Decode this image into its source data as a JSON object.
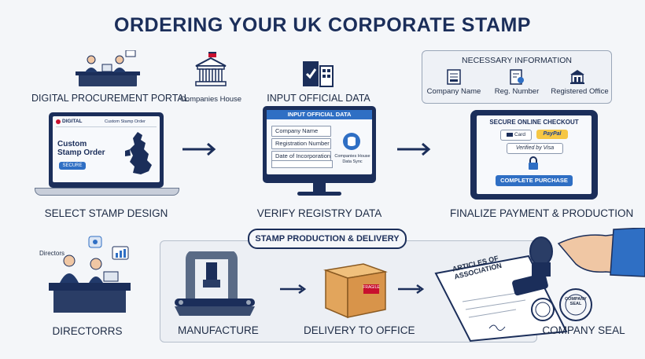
{
  "title": "ORDERING YOUR UK CORPORATE STAMP",
  "step1": {
    "top_label": "DIGITAL PROCUREMENT PORTAL",
    "registry_label": "Companies House",
    "screen": {
      "logo_text": "DIGITAL",
      "nav_text": "Custom Stamp Order",
      "heading": "Custom Stamp Order",
      "button": "SECURE"
    },
    "caption": "SELECT STAMP DESIGN"
  },
  "step2": {
    "top_label": "INPUT OFFICIAL DATA",
    "screen": {
      "header": "INPUT OFFICIAL DATA",
      "fields": [
        "Company Name",
        "Registration Number",
        "Date of Incorporation"
      ],
      "sync_label": "Companies House Data Sync"
    },
    "caption": "VERIFY REGISTRY DATA"
  },
  "step3": {
    "info": {
      "title": "NECESSARY INFORMATION",
      "items": [
        "Company Name",
        "Reg. Number",
        "Registered Office"
      ]
    },
    "screen": {
      "header": "SECURE ONLINE CHECKOUT",
      "card_label": "Card",
      "paypal_label": "PayPal",
      "visa_label": "Verified by Visa",
      "button": "COMPLETE PURCHASE"
    },
    "caption": "FINALIZE PAYMENT & PRODUCTION"
  },
  "bottom": {
    "pill": "STAMP PRODUCTION & DELIVERY",
    "directors_tag": "Directors",
    "directors_caption": "DIRECTORRS",
    "manufacture": "MANUFACTURE",
    "delivery": "DELIVERY TO OFFICE",
    "box_label": "FRAGILE",
    "document_title": "ARTICLES OF ASSOCIATION",
    "seal_text": "COMPANY SEAL",
    "seal_caption": "COMPANY SEAL"
  },
  "colors": {
    "navy": "#1b2e5a",
    "accent_blue": "#2f6fc4",
    "box_tan": "#e2a55c",
    "paypal_yellow": "#f6c744"
  }
}
